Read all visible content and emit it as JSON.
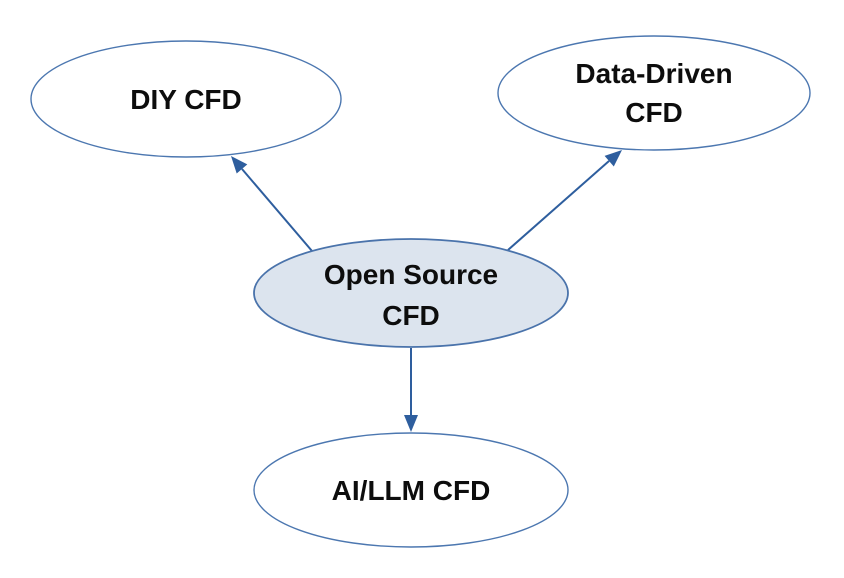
{
  "diagram": {
    "type": "node-link",
    "background": "#ffffff",
    "colors": {
      "node_fill": "#ffffff",
      "node_border": "#4c77b0",
      "center_node_fill": "#dce4ee",
      "center_node_border": "#4a73ab",
      "arrow": "#2e5e9e",
      "label_text": "#0d0d0d"
    },
    "nodes": {
      "center": {
        "line1": "Open Source",
        "line2": "CFD"
      },
      "diy": {
        "line1": "DIY CFD"
      },
      "data_driven": {
        "line1": "Data-Driven",
        "line2": "CFD"
      },
      "ai_llm": {
        "line1": "AI/LLM CFD"
      }
    },
    "edges": [
      {
        "from": "Open Source CFD",
        "to": "DIY CFD",
        "style": "arrow"
      },
      {
        "from": "Open Source CFD",
        "to": "Data-Driven CFD",
        "style": "arrow"
      },
      {
        "from": "Open Source CFD",
        "to": "AI/LLM CFD",
        "style": "arrow"
      }
    ]
  }
}
